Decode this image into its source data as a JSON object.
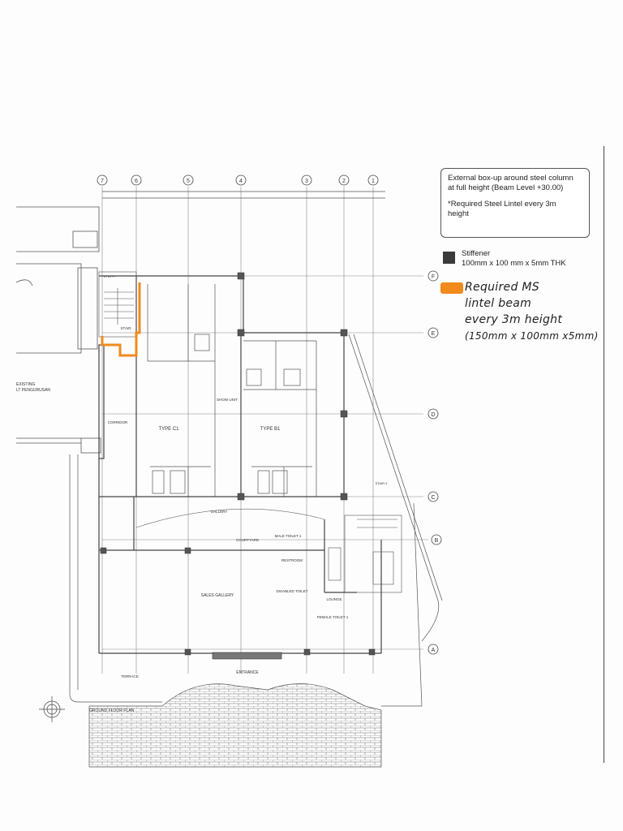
{
  "annotations": {
    "note_line1": "External box-up around steel column",
    "note_line2": "at full height (Beam Level +30.00)",
    "note_line3": "*Required Steel Lintel every 3m",
    "note_line4": "height",
    "stiffener_title": "Stiffener",
    "stiffener_size": "100mm x 100 mm x 5mm THK",
    "lintel_line1": "Required MS",
    "lintel_line2": "lintel beam",
    "lintel_line3": "every 3m height",
    "lintel_line4": "(150mm x 100mm x5mm)"
  },
  "grid": {
    "columns": [
      "7",
      "6",
      "5",
      "4",
      "3",
      "2",
      "1"
    ],
    "rows": [
      "F",
      "E",
      "D",
      "C",
      "B",
      "A"
    ]
  },
  "rooms": {
    "type_c1": "TYPE C1",
    "type_b1": "TYPE B1",
    "corridor": "CORRIDOR",
    "show_unit": "SHOW UNIT",
    "gallery": "GALLERY",
    "courtyard": "COURTYARD",
    "male_toilet": "MALE TOILET 1",
    "restroom": "RESTROOM",
    "disabled_toilet": "DISABLED TOILET",
    "female_toilet": "FEMALE TOILET 1",
    "lounge": "LOUNGE",
    "sales_gallery": "SALES GALLERY",
    "entrance": "ENTRANCE",
    "terrace": "TERRACE",
    "stair": "STAIR",
    "utility": "UTILITY",
    "stair2": "STAIR 2",
    "existing": "EXISTING",
    "existing_sub": "LT PENGURUSAN",
    "plan_title": "GROUND FLOOR PLAN"
  },
  "colors": {
    "orange": "#f08a1c",
    "stiffener": "#3a3a3a",
    "line": "#555555"
  }
}
